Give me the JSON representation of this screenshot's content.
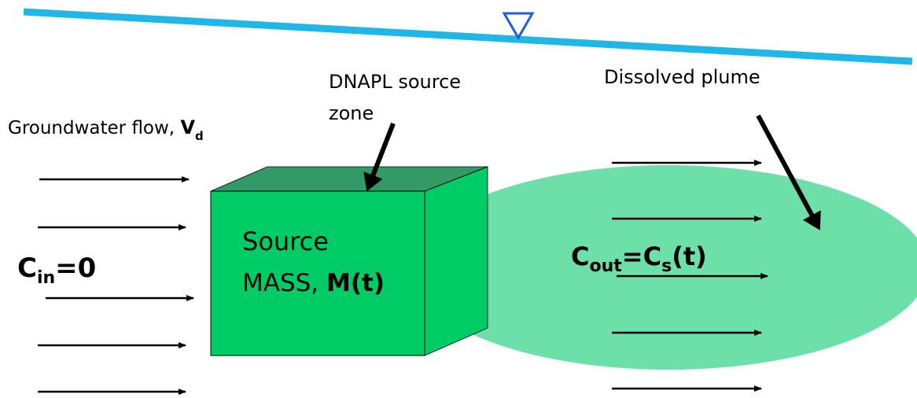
{
  "labels": {
    "groundwater_flow": "Groundwater flow, ",
    "velocity_symbol": "V",
    "velocity_sub": "d",
    "dnapl_line1": "DNAPL source",
    "dnapl_line2": "zone",
    "dissolved_plume": "Dissolved plume",
    "cin_symbol": "C",
    "cin_sub": "in",
    "cin_rest": "=0",
    "source_line1": "Source",
    "source_mass": "MASS, ",
    "source_mt": "M(t)",
    "cout_symbol": "C",
    "cout_sub": "out",
    "cout_eq": "=C",
    "cs_sub": "s",
    "cs_rest": "(t)"
  },
  "colors": {
    "water_table": "#1fb6e8",
    "water_marker": "#1e5fe0",
    "plume": "#6ce0a8",
    "box_front": "#00cc66",
    "box_top": "#339966",
    "box_side": "#00cc66",
    "arrow": "#000000"
  },
  "icons": {
    "water_marker": "inverted-triangle",
    "flow_arrows": "right-arrow"
  }
}
